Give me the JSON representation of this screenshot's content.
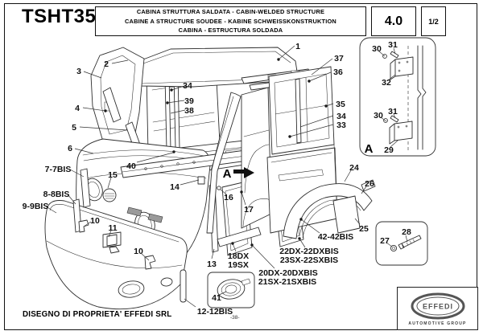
{
  "header": {
    "model": "TSHT35",
    "title_line1": "CABINA STRUTTURA SALDATA - CABIN-WELDED STRUCTURE",
    "title_line2": "CABINE A STRUCTURE SOUDEE - KABINE SCHWEISSKONSTRUKTION",
    "title_line3": "CABINA - ESTRUCTURA SOLDADA",
    "section_number": "4.0",
    "sheet_number": "1/2"
  },
  "footer": {
    "property_note": "DISEGNO DI PROPRIETA' EFFEDI SRL",
    "page_number": "-38-",
    "logo_text": "EFFEDI",
    "logo_caption": "AUTOMOTIVE GROUP"
  },
  "detail_view": {
    "marker": "A"
  },
  "callouts": {
    "c1": "1",
    "c2": "2",
    "c3": "3",
    "c4": "4",
    "c5": "5",
    "c6": "6",
    "c7": "7-7BIS",
    "c8": "8-8BIS",
    "c9": "9-9BIS",
    "c10a": "10",
    "c10b": "10",
    "c11": "11",
    "c12": "12-12BIS",
    "c13": "13",
    "c14": "14",
    "c15": "15",
    "c16": "16",
    "c17": "17",
    "c18": "18DX",
    "c19": "19SX",
    "c20": "20DX-20DXBIS",
    "c21": "21SX-21SXBIS",
    "c22": "22DX-22DXBIS",
    "c23": "23SX-22SXBIS",
    "c24": "24",
    "c25": "25",
    "c26": "26",
    "c27": "27",
    "c28": "28",
    "c29": "29",
    "c30t": "30",
    "c31t": "31",
    "c32": "32",
    "c30b": "30",
    "c31b": "31",
    "c33": "33",
    "c34m": "34",
    "c34r": "34",
    "c35": "35",
    "c36": "36",
    "c37": "37",
    "c38": "38",
    "c39": "39",
    "c40": "40",
    "c41": "41",
    "c42": "42-42BIS"
  },
  "colors": {
    "line": "#2e2e2e",
    "paper": "#ffffff",
    "logo_gray": "#555555"
  }
}
